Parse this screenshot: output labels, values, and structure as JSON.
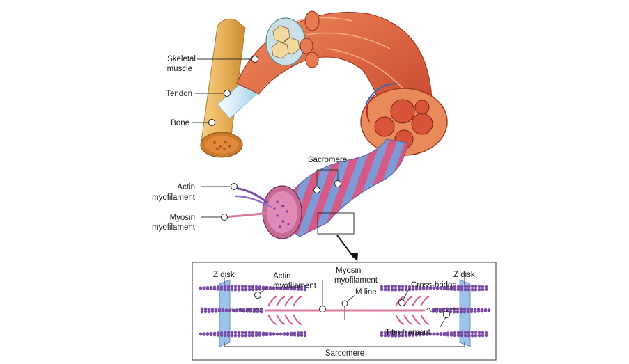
{
  "labels": {
    "skeletal_muscle_1": "Skeletal",
    "skeletal_muscle_2": "muscle",
    "tendon": "Tendon",
    "bone": "Bone",
    "sacromere_top": "Sacromere",
    "actin_1": "Actin",
    "actin_2": "myofilament",
    "myosin_1": "Myosin",
    "myosin_2": "myofilament"
  },
  "inset": {
    "z_disk_left": "Z disk",
    "z_disk_right": "Z disk",
    "actin_1": "Actin",
    "actin_2": "myofilament",
    "myosin_1": "Myosin",
    "myosin_2": "myofilament",
    "m_line": "M line",
    "cross_bridge": "Cross-bridge",
    "titin": "Titin filament",
    "sarcomere_bottom": "Sarcomere"
  },
  "colors": {
    "bone": "#e8b35a",
    "muscle": "#d9533a",
    "tendon": "#bfe0f0",
    "fiber_blue": "#7d9bd6",
    "fiber_pink": "#d65a86",
    "actin": "#7a4aa6",
    "myosin": "#d97aa0",
    "zdisk": "#9cc3ea"
  }
}
